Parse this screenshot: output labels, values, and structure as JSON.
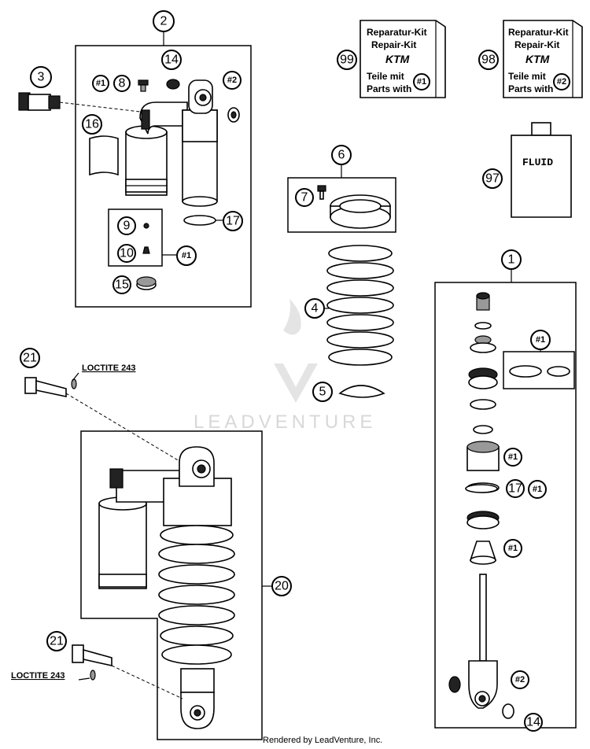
{
  "callouts": {
    "c1": "1",
    "c2": "2",
    "c3": "3",
    "c4": "4",
    "c5": "5",
    "c6": "6",
    "c7": "7",
    "c8": "8",
    "c9": "9",
    "c10": "10",
    "c14a": "14",
    "c14b": "14",
    "c15": "15",
    "c16": "16",
    "c17a": "17",
    "c17b": "17",
    "c20": "20",
    "c21a": "21",
    "c21b": "21",
    "c97": "97",
    "c98": "98",
    "c99": "99"
  },
  "kit_refs": {
    "k1a": "#1",
    "k1b": "#1",
    "k1c": "#1",
    "k1d": "#1",
    "k1e": "#1",
    "k1f": "#1",
    "k2a": "#2",
    "k2b": "#2"
  },
  "repair_kits": [
    {
      "line1": "Reparatur-Kit",
      "line2": "Repair-Kit",
      "brand": "KTM",
      "line3": "Teile mit",
      "line4": "Parts with",
      "ref": "#1"
    },
    {
      "line1": "Reparatur-Kit",
      "line2": "Repair-Kit",
      "brand": "KTM",
      "line3": "Teile mit",
      "line4": "Parts with",
      "ref": "#2"
    }
  ],
  "fluid_label": "FLUID",
  "loctite_labels": [
    "LOCTITE 243",
    "LOCTITE 243"
  ],
  "watermark": "LEADVENTURE",
  "footer": "Rendered by LeadVenture, Inc."
}
